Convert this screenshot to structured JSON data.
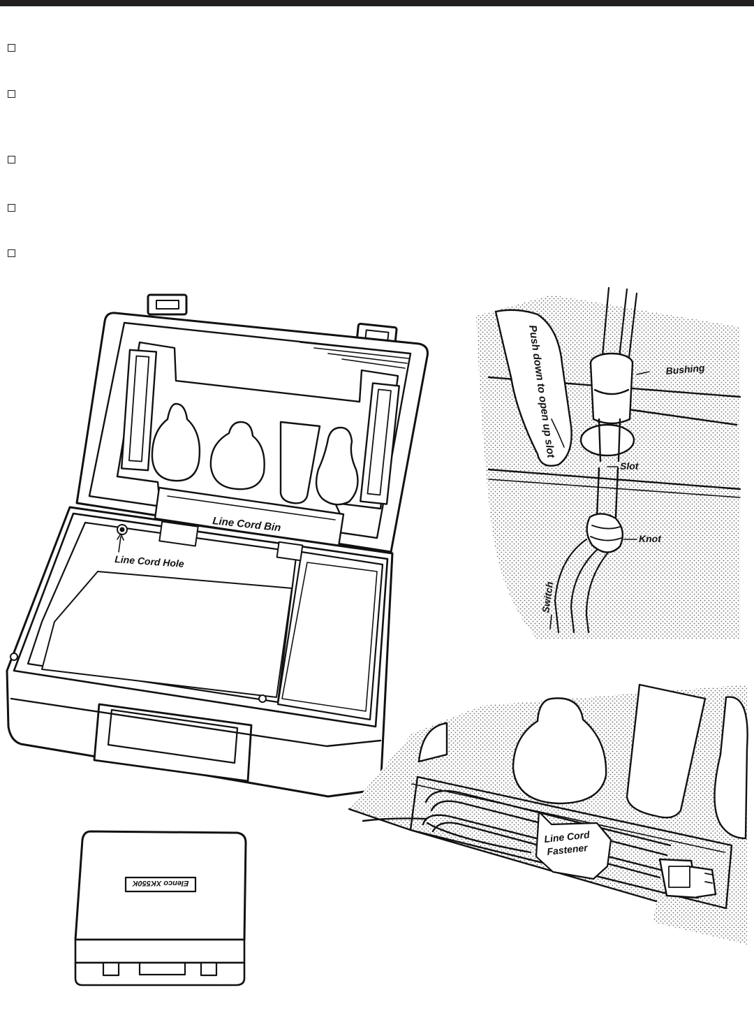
{
  "checklist_count": 5,
  "case_labels": {
    "line_cord_bin": "Line Cord Bin",
    "line_cord_hole": "Line Cord Hole"
  },
  "detail_labels": {
    "push_down": "Push down to open up slot",
    "bushing": "Bushing",
    "slot": "Slot",
    "knot": "Knot",
    "switch": "Switch"
  },
  "bin_labels": {
    "fastener_line1": "Line Cord",
    "fastener_line2": "Fastener"
  },
  "closed_case": {
    "nameplate": "Elenco XK550K"
  }
}
